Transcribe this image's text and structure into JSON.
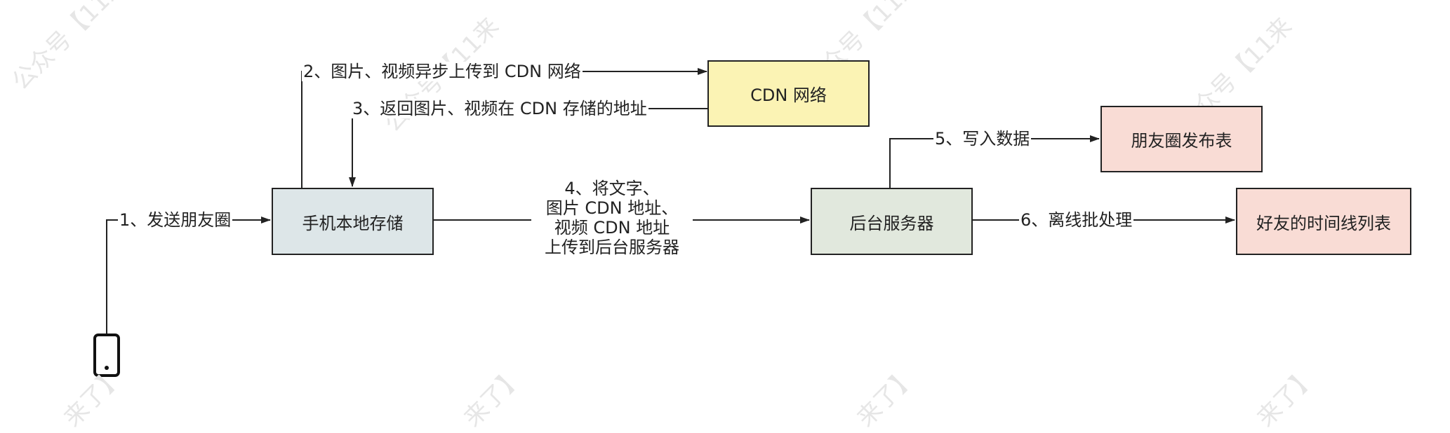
{
  "nodes": {
    "local_storage": {
      "label": "手机本地存储",
      "fill": "#dde6e8"
    },
    "cdn": {
      "label": "CDN 网络",
      "fill": "#fbf3b4"
    },
    "backend": {
      "label": "后台服务器",
      "fill": "#e1e8dd"
    },
    "moments_table": {
      "label": "朋友圈发布表",
      "fill": "#f9dcd5"
    },
    "timeline_table": {
      "label": "好友的时间线列表",
      "fill": "#f9dcd5"
    }
  },
  "edges": {
    "step1": "1、发送朋友圈",
    "step2": "2、图片、视频异步上传到 CDN 网络",
    "step3": "3、返回图片、视频在 CDN 存储的地址",
    "step4_lines": [
      "4、将文字、",
      "图片 CDN 地址、",
      "视频 CDN 地址",
      "上传到后台服务器"
    ],
    "step5": "5、写入数据",
    "step6": "6、离线批处理"
  },
  "icons": {
    "phone": "phone-icon"
  },
  "watermarks": {
    "upper": "公众号【11来",
    "lower": "来了】"
  },
  "colors": {
    "line": "#222222",
    "watermark": "#e6e6e6"
  }
}
